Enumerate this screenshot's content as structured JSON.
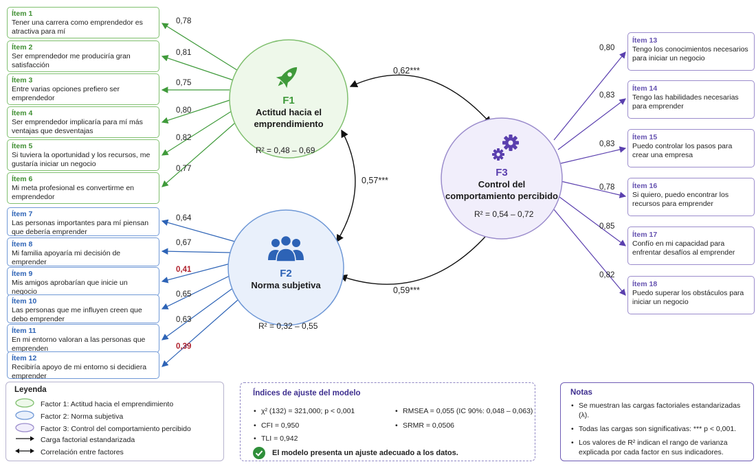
{
  "items_f1": [
    {
      "title": "Ítem 1",
      "text": "Tener una carrera como emprendedor es atractiva para mí",
      "loading": "0,78"
    },
    {
      "title": "Ítem 2",
      "text": "Ser emprendedor me produciría gran satisfacción",
      "loading": "0,81"
    },
    {
      "title": "Ítem 3",
      "text": "Entre varias opciones prefiero ser emprendedor",
      "loading": "0,75"
    },
    {
      "title": "Ítem 4",
      "text": "Ser emprendedor implicaría para mí más ventajas que desventajas",
      "loading": "0,80"
    },
    {
      "title": "Ítem 5",
      "text": "Si tuviera la oportunidad y los recursos, me gustaría iniciar un negocio",
      "loading": "0,82"
    },
    {
      "title": "Ítem 6",
      "text": "Mi meta profesional es convertirme en emprendedor",
      "loading": "0,77"
    }
  ],
  "items_f2": [
    {
      "title": "Ítem 7",
      "text": "Las personas importantes para mí piensan que debería emprender",
      "loading": "0,64"
    },
    {
      "title": "Ítem 8",
      "text": "Mi familia apoyaría mi decisión de emprender",
      "loading": "0,67"
    },
    {
      "title": "Ítem 9",
      "text": "Mis amigos aprobarían que inicie un negocio",
      "loading": "0,41"
    },
    {
      "title": "Ítem 10",
      "text": "Las personas que me influyen creen que debo emprender",
      "loading": "0,65"
    },
    {
      "title": "Ítem 11",
      "text": "En mi entorno valoran a las personas que emprenden",
      "loading": "0,63"
    },
    {
      "title": "Ítem 12",
      "text": "Recibiría apoyo de mi entorno si decidiera emprender",
      "loading": "0,39"
    }
  ],
  "items_f3": [
    {
      "title": "Ítem 13",
      "text": "Tengo los conocimientos necesarios para iniciar un negocio",
      "loading": "0,80"
    },
    {
      "title": "Ítem 14",
      "text": "Tengo las habilidades necesarias para emprender",
      "loading": "0,83"
    },
    {
      "title": "Ítem 15",
      "text": "Puedo controlar los pasos para crear una empresa",
      "loading": "0,83"
    },
    {
      "title": "Ítem 16",
      "text": "Si quiero, puedo encontrar los recursos para emprender",
      "loading": "0,78"
    },
    {
      "title": "Ítem 17",
      "text": "Confío en mi capacidad para enfrentar desafíos al emprender",
      "loading": "0,85"
    },
    {
      "title": "Ítem 18",
      "text": "Puedo superar los obstáculos para iniciar un negocio",
      "loading": "0,82"
    }
  ],
  "factors": {
    "f1": {
      "id": "F1",
      "name": "Actitud hacia el emprendimiento",
      "r2": "R² = 0,48 – 0,69",
      "icon": "rocket-icon",
      "color": "#3f9a3a"
    },
    "f2": {
      "id": "F2",
      "name": "Norma subjetiva",
      "r2": "R² = 0,32 – 0,55",
      "icon": "people-icon",
      "color": "#2d63b6"
    },
    "f3": {
      "id": "F3",
      "name": "Control del comportamiento percibido",
      "r2": "R² = 0,54 – 0,72",
      "icon": "gears-icon",
      "color": "#5a3fae"
    }
  },
  "correlations": {
    "f1_f3": "0,62***",
    "f1_f2": "0,57***",
    "f2_f3": "0,59***"
  },
  "legend": {
    "title": "Leyenda",
    "entries": [
      "Factor 1: Actitud hacia el emprendimiento",
      "Factor 2: Norma subjetiva",
      "Factor 3: Control del comportamiento percibido",
      "Carga factorial estandarizada",
      "Correlación entre factores"
    ]
  },
  "fit": {
    "title": "Índices de ajuste del modelo",
    "chi": "χ² (132) = 321,000;   p < 0,001",
    "cfi": "CFI = 0,950",
    "tli": "TLI = 0,942",
    "rmsea": "RMSEA = 0,055  (IC 90%: 0,048 – 0,063)",
    "srmr": "SRMR = 0,0506",
    "conclusion": "El modelo presenta un ajuste adecuado a los datos."
  },
  "notes": {
    "title": "Notas",
    "n1": "Se muestran las cargas factoriales estandarizadas (λ).",
    "n2": "Todas las cargas son significativas: *** p < 0,001.",
    "n3": "Los valores de R² indican el rango de varianza explicada por cada factor en sus indicadores."
  },
  "colors": {
    "green": "#3f9a3a",
    "blue": "#2d63b6",
    "purple": "#5a3fae",
    "red_loading": "#b0232f"
  }
}
